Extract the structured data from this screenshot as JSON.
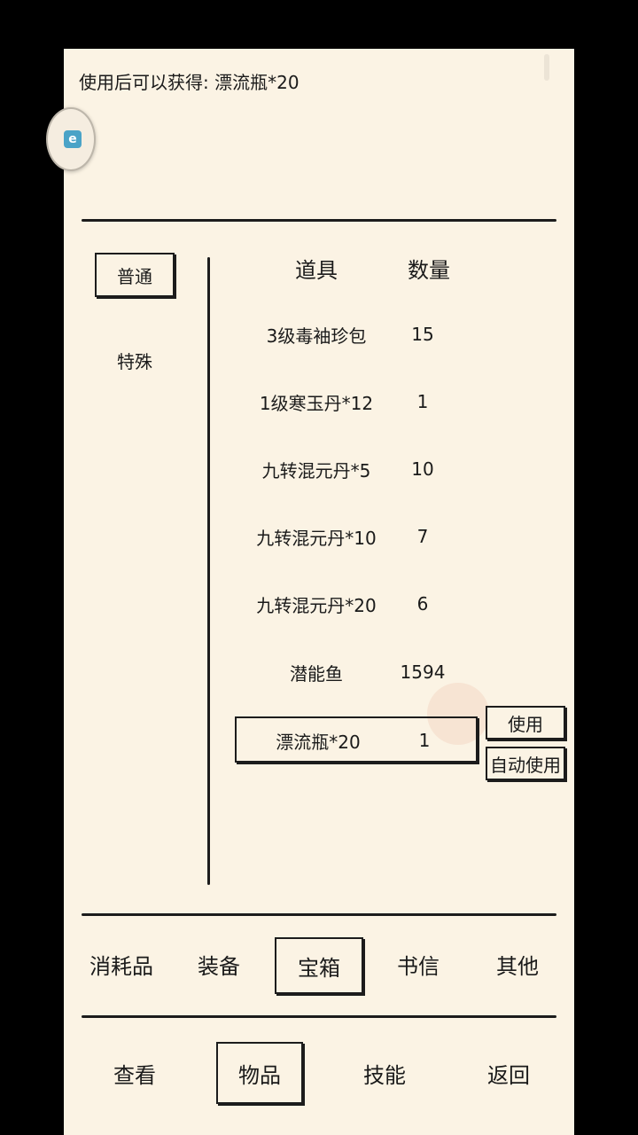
{
  "description": "使用后可以获得: 漂流瓶*20",
  "side_tabs": [
    {
      "label": "普通",
      "active": true
    },
    {
      "label": "特殊",
      "active": false
    }
  ],
  "columns": {
    "item": "道具",
    "quantity": "数量"
  },
  "items": [
    {
      "name": "3级毒袖珍包",
      "qty": "15"
    },
    {
      "name": "1级寒玉丹*12",
      "qty": "1"
    },
    {
      "name": "九转混元丹*5",
      "qty": "10"
    },
    {
      "name": "九转混元丹*10",
      "qty": "7"
    },
    {
      "name": "九转混元丹*20",
      "qty": "6"
    },
    {
      "name": "潜能鱼",
      "qty": "1594"
    },
    {
      "name": "漂流瓶*20",
      "qty": "1",
      "selected": true
    }
  ],
  "actions": {
    "use": "使用",
    "auto_use": "自动使用"
  },
  "categories": [
    {
      "label": "消耗品",
      "active": false
    },
    {
      "label": "装备",
      "active": false
    },
    {
      "label": "宝箱",
      "active": true
    },
    {
      "label": "书信",
      "active": false
    },
    {
      "label": "其他",
      "active": false
    }
  ],
  "bottom_nav": [
    {
      "label": "查看",
      "active": false
    },
    {
      "label": "物品",
      "active": true
    },
    {
      "label": "技能",
      "active": false
    },
    {
      "label": "返回",
      "active": false
    }
  ],
  "icons": {
    "floating": "e-app-icon"
  },
  "colors": {
    "background": "#fbf3e4",
    "ink": "#1c1c1c",
    "outer": "#000000"
  }
}
